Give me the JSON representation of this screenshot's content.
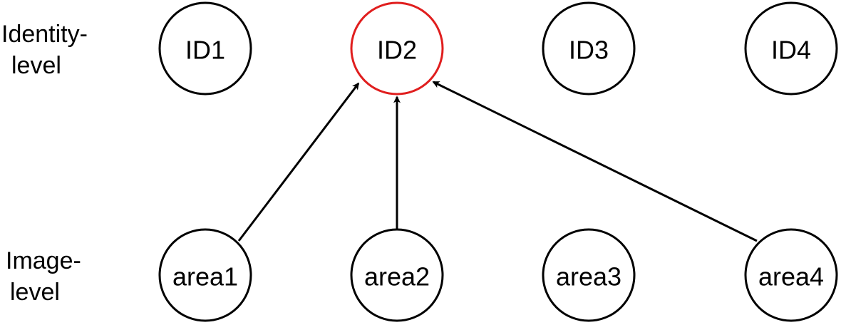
{
  "levels": {
    "identity": [
      "Identity-",
      "level"
    ],
    "image": [
      "Image-",
      "level"
    ]
  },
  "nodes": {
    "id1": "ID1",
    "id2": "ID2",
    "id3": "ID3",
    "id4": "ID4",
    "area1": "area1",
    "area2": "area2",
    "area3": "area3",
    "area4": "area4"
  },
  "edges": [
    {
      "from": "area1",
      "to": "ID2"
    },
    {
      "from": "area2",
      "to": "ID2"
    },
    {
      "from": "area4",
      "to": "ID2"
    }
  ],
  "colors": {
    "highlight": "#e01e1e",
    "default": "#000000"
  }
}
